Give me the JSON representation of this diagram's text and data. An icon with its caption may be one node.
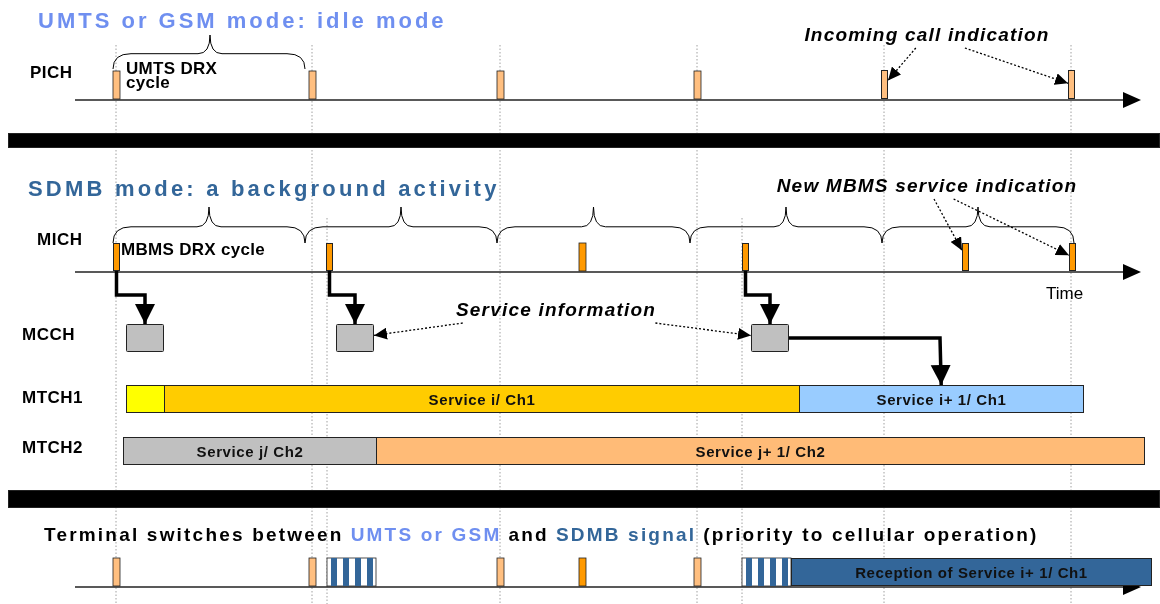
{
  "diagram": {
    "title": "UMTS or GSM mode: idle mode",
    "nodes": [
      {
        "text": [
          "Incoming call indication"
        ]
      },
      {
        "text": [],
        "shape": "bar"
      },
      {
        "text": [],
        "shape": "bar"
      },
      {
        "text": [],
        "shape": "bar"
      },
      {
        "text": [
          "New MBMS service indication"
        ]
      },
      {
        "text": [],
        "shape": "bar"
      },
      {
        "text": [],
        "shape": "bar"
      },
      {
        "text": [],
        "shape": "bar"
      },
      {
        "text": [],
        "shape": "bar"
      },
      {
        "text": [],
        "shape": "bar"
      },
      {
        "text": [],
        "shape": "box"
      },
      {
        "text": [],
        "shape": "box"
      },
      {
        "text": [
          "Service information"
        ]
      },
      {
        "text": [],
        "shape": "box"
      },
      {
        "text": [],
        "shape": "bar"
      },
      {
        "text": [
          "Service i/ Ch1"
        ]
      },
      {
        "text": [
          "Service i+ 1/ Ch1"
        ]
      },
      {
        "text": [
          "Service j/ Ch2"
        ]
      },
      {
        "text": [
          "Service j+ 1/ Ch2"
        ]
      },
      {
        "text": [],
        "shape": "bar"
      },
      {
        "text": [
          "Reception of Service i+ 1/ Ch1"
        ]
      }
    ],
    "edges": [
      {
        "from": 0,
        "to": 1,
        "arrow": "to",
        "style": "dashed"
      },
      {
        "from": 0,
        "to": 2,
        "arrow": "to",
        "style": "dashed"
      },
      {
        "from": 4,
        "to": 8,
        "arrow": "to",
        "style": "dashed"
      },
      {
        "from": 4,
        "to": 9,
        "arrow": "to",
        "style": "dashed"
      },
      {
        "from": 5,
        "to": 10,
        "arrow": "to",
        "style": "thick"
      },
      {
        "from": 6,
        "to": 11,
        "arrow": "to",
        "style": "thick"
      },
      {
        "from": 7,
        "to": 13,
        "arrow": "to",
        "style": "thick"
      },
      {
        "from": 12,
        "to": 11,
        "arrow": "to",
        "style": "dashed"
      },
      {
        "from": 12,
        "to": 13,
        "arrow": "to",
        "style": "dashed"
      },
      {
        "from": 13,
        "to": 16,
        "arrow": "to",
        "style": "thick"
      }
    ],
    "labels": [
      "PICH",
      "UMTS DRX cycle",
      "SDMB mode: a background activity",
      "MICH",
      "MBMS DRX cycle",
      "Time",
      "MCCH",
      "MTCH1",
      "MTCH2",
      "Terminal switches between",
      "UMTS or GSM",
      "and",
      "SDMB signal",
      "(priority to cellular operation)"
    ]
  }
}
